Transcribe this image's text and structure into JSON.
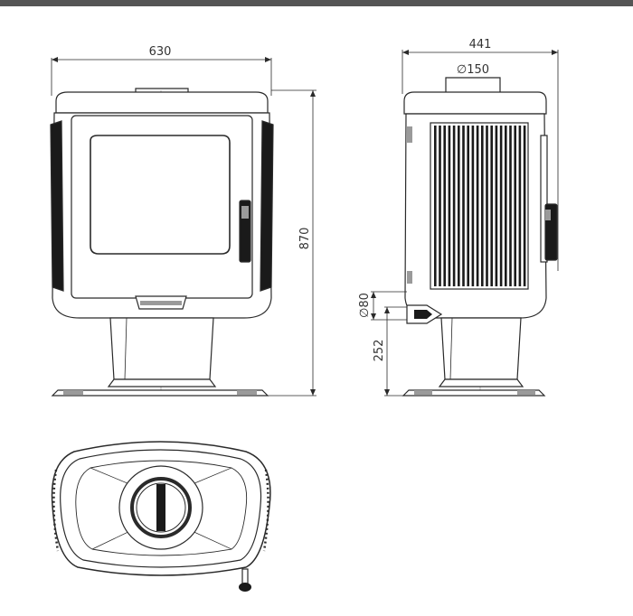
{
  "dimensions": {
    "width": "630",
    "depth": "441",
    "flue_diameter": "∅150",
    "height": "870",
    "air_inlet_diameter": "∅80",
    "air_inlet_height": "252"
  },
  "colors": {
    "line": "#2a2a2a",
    "dark_fill": "#1a1a1a",
    "grey": "#9a9a9a",
    "frame_bar": "#555555"
  }
}
